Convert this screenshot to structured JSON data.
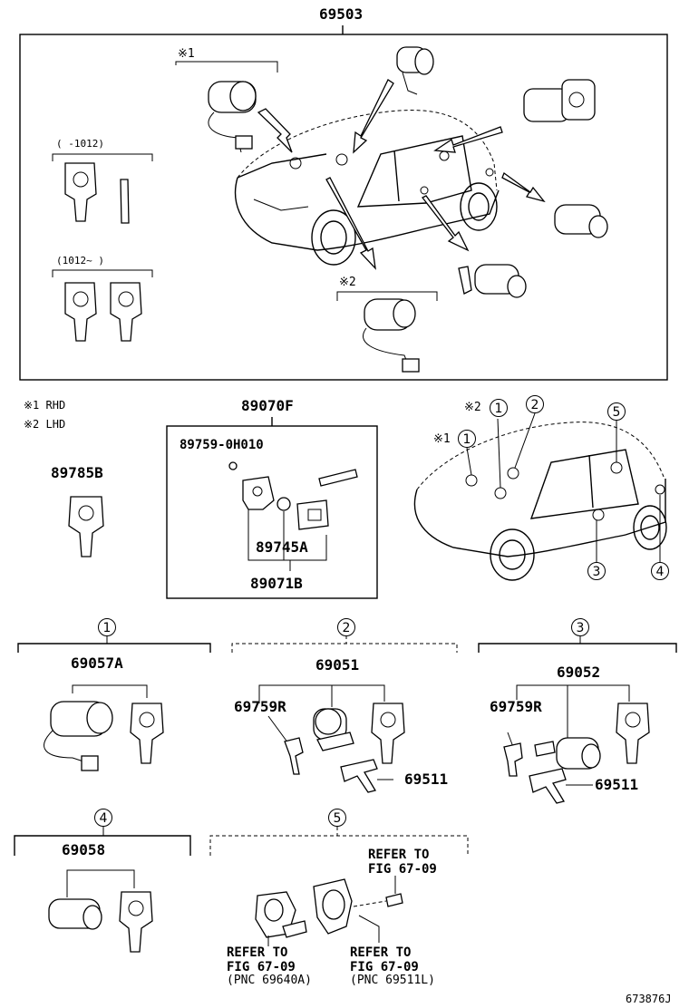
{
  "top_assembly": "69503",
  "note_rhd_mark": "※1",
  "note_lhd_mark": "※2",
  "range_early": "(    -1012)",
  "range_late": "(1012~     )",
  "legend": {
    "rhd": "※1 RHD",
    "lhd": "※2 LHD"
  },
  "key_blank": "89785B",
  "key_kit": {
    "title": "89070F",
    "screw": "89759-0H010",
    "case": "89745A",
    "sub": "89071B"
  },
  "locator": {
    "c1": "1",
    "c2": "2",
    "c3": "3",
    "c4": "4",
    "c5": "5",
    "m1": "※1",
    "m2": "※2"
  },
  "group1": {
    "num": "1",
    "pn": "69057A"
  },
  "group2": {
    "num": "2",
    "pn": "69051",
    "retainer": "69759R",
    "clip": "69511"
  },
  "group3": {
    "num": "3",
    "pn": "69052",
    "retainer": "69759R",
    "clip": "69511"
  },
  "group4": {
    "num": "4",
    "pn": "69058"
  },
  "group5": {
    "num": "5",
    "ref_a": [
      "REFER TO",
      "FIG 67-09",
      "(PNC 69640A)"
    ],
    "ref_b": [
      "REFER TO",
      "FIG 67-09",
      "(PNC 69511L)"
    ],
    "ref_c": [
      "REFER TO",
      "FIG 67-09"
    ]
  },
  "figure_id": "673876J"
}
